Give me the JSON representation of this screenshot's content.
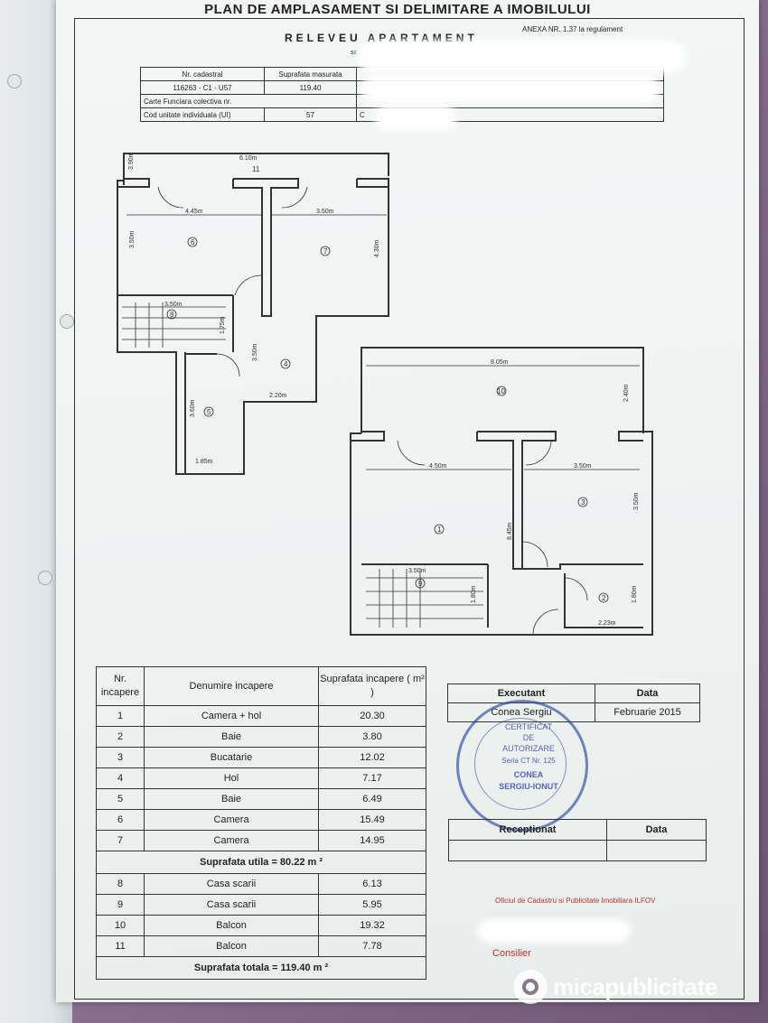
{
  "header": {
    "main_title": "PLAN DE AMPLASAMENT SI DELIMITARE A IMOBILULUI",
    "subtitle": "RELEVEU APARTAMENT",
    "anexa": "ANEXA NR. 1.37 la regulament",
    "scale": "sc"
  },
  "cadastral": {
    "nr_cadastral_label": "Nr. cadastral",
    "suprafata_label": "Suprafata masurata",
    "nr_cadastral_value": "116263 - C1 - U57",
    "suprafata_value": "119.40",
    "carte_funciara_label": "Carte Funciara colectiva nr.",
    "cod_unitate_label": "Cod unitate individuala (UI)",
    "cod_unitate_value": "57",
    "cod_extra": "C"
  },
  "plan": {
    "upper": {
      "dims": [
        "6.10m",
        "3.90m",
        "4.45m",
        "3.50m",
        "3.50m",
        "4.30m",
        "3.50m",
        "1.75m",
        "3.50m",
        "2.20m",
        "3.60m",
        "1.85m"
      ],
      "rooms": [
        "11",
        "6",
        "7",
        "8",
        "4",
        "5"
      ]
    },
    "lower": {
      "dims": [
        "8.05m",
        "2.40m",
        "4.50m",
        "3.50m",
        "3.50m",
        "8.45m",
        "3.50m",
        "1.80m",
        "1.80m",
        "2.23m"
      ],
      "rooms": [
        "10",
        "1",
        "3",
        "9",
        "2"
      ]
    }
  },
  "rooms_table": {
    "headers": [
      "Nr. incapere",
      "Denumire incapere",
      "Suprafata incapere ( m² )"
    ],
    "rows_utila": [
      {
        "nr": "1",
        "name": "Camera + hol",
        "area": "20.30"
      },
      {
        "nr": "2",
        "name": "Baie",
        "area": "3.80"
      },
      {
        "nr": "3",
        "name": "Bucatarie",
        "area": "12.02"
      },
      {
        "nr": "4",
        "name": "Hol",
        "area": "7.17"
      },
      {
        "nr": "5",
        "name": "Baie",
        "area": "6.49"
      },
      {
        "nr": "6",
        "name": "Camera",
        "area": "15.49"
      },
      {
        "nr": "7",
        "name": "Camera",
        "area": "14.95"
      }
    ],
    "suprafata_utila": "Suprafata utila = 80.22 m ²",
    "rows_extra": [
      {
        "nr": "8",
        "name": "Casa scarii",
        "area": "6.13"
      },
      {
        "nr": "9",
        "name": "Casa scarii",
        "area": "5.95"
      },
      {
        "nr": "10",
        "name": "Balcon",
        "area": "19.32"
      },
      {
        "nr": "11",
        "name": "Balcon",
        "area": "7.78"
      }
    ],
    "suprafata_totala": "Suprafata totala = 119.40 m ²"
  },
  "executant": {
    "label": "Executant",
    "data_label": "Data",
    "name": "Conea Sergiu",
    "date": "Februarie 2015"
  },
  "stamp": {
    "line1": "CERTIFICAT",
    "line2": "DE",
    "line3": "AUTORIZARE",
    "line4": "Seria CT Nr. 125",
    "line5": "CONEA",
    "line6": "SERGIU-IONUT"
  },
  "receptionat": {
    "label": "Receptionat",
    "data_label": "Data"
  },
  "oficiu": "Oficiul de Cadastru si Publicitate Imobiliara ILFOV",
  "consilier": "Consilier",
  "watermark": "micapublicitate",
  "colors": {
    "paper": "#eef2f1",
    "ink": "#333333",
    "stamp_blue": "#2846aa",
    "official_red": "#bb3333",
    "background_purple": "#7a6280"
  }
}
